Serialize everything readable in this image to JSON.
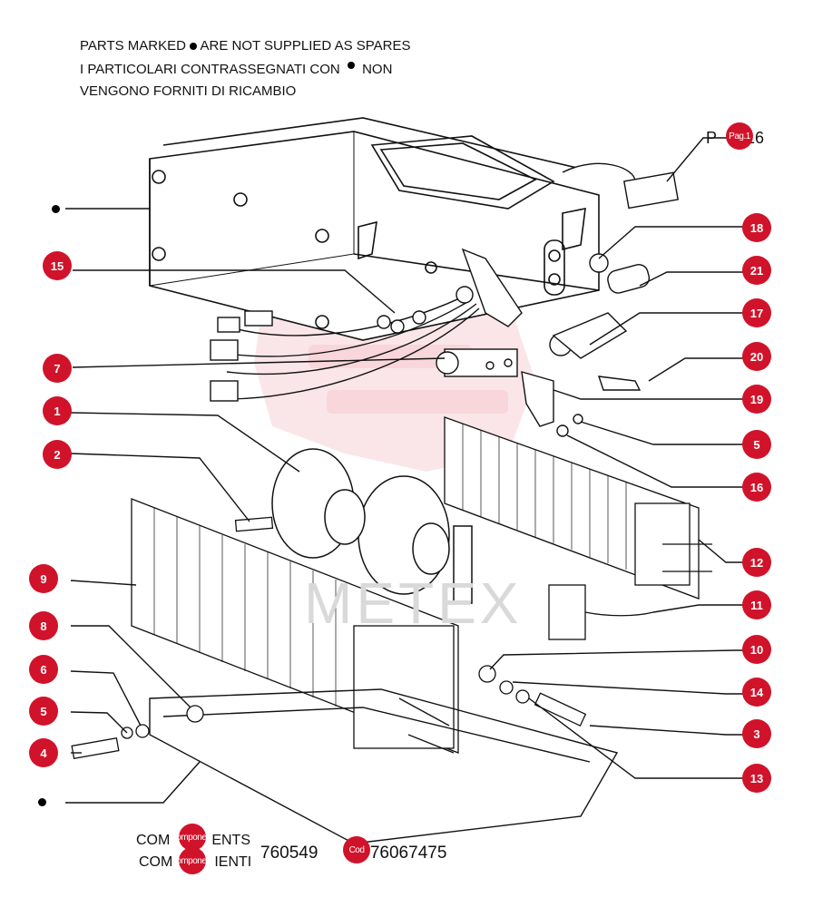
{
  "notes": {
    "line1": "PARTS MARKED",
    "line1b": "ARE NOT SUPPLIED AS SPARES",
    "line2": "I PARTICOLARI  CONTRASSEGNATI  CON",
    "line2b": "NON",
    "line3": "VENGONO FORNITI DI RICAMBIO"
  },
  "page_ref": {
    "prefix": "P",
    "hotspot": "Pag.1",
    "suffix": "16"
  },
  "watermark": "METEX",
  "callouts": [
    {
      "n": "1"
    },
    {
      "n": "2"
    },
    {
      "n": "3"
    },
    {
      "n": "4"
    },
    {
      "n": "5"
    },
    {
      "n": "5"
    },
    {
      "n": "6"
    },
    {
      "n": "7"
    },
    {
      "n": "8"
    },
    {
      "n": "9"
    },
    {
      "n": "10"
    },
    {
      "n": "11"
    },
    {
      "n": "12"
    },
    {
      "n": "13"
    },
    {
      "n": "14"
    },
    {
      "n": "15"
    },
    {
      "n": "16"
    },
    {
      "n": "17"
    },
    {
      "n": "18"
    },
    {
      "n": "19"
    },
    {
      "n": "20"
    },
    {
      "n": "21"
    }
  ],
  "footer": {
    "label1_a": "COM",
    "label1_b": "ENTS",
    "label2_a": "COM",
    "label2_b": "IENTI",
    "hotspot1": "Componenti",
    "hotspot2": "Componenti",
    "codes_a": "760549",
    "codes_b": "5 - 76067475",
    "hotspot_code": "Cod"
  },
  "colors": {
    "callout": "#d0132a",
    "line": "#111111",
    "watermark_red": "#e8a0a0"
  }
}
